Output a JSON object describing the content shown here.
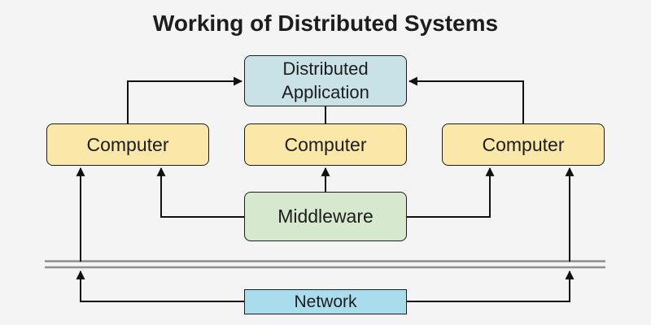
{
  "title": "Working of Distributed Systems",
  "nodes": {
    "distributed_application": {
      "line1": "Distributed",
      "line2": "Application"
    },
    "computer_left": "Computer",
    "computer_middle": "Computer",
    "computer_right": "Computer",
    "middleware": "Middleware",
    "network": "Network"
  },
  "edges": [
    {
      "from": "computer_left",
      "to": "distributed_application",
      "arrow": "into-application",
      "route": "up-then-right"
    },
    {
      "from": "computer_right",
      "to": "distributed_application",
      "arrow": "into-application",
      "route": "up-then-left"
    },
    {
      "from": "distributed_application",
      "to": "computer_middle",
      "arrow": "none",
      "route": "straight-down"
    },
    {
      "from": "middleware",
      "to": "computer_left",
      "arrow": "into-computer",
      "route": "left-then-up"
    },
    {
      "from": "middleware",
      "to": "computer_middle",
      "arrow": "into-computer",
      "route": "straight-up"
    },
    {
      "from": "middleware",
      "to": "computer_right",
      "arrow": "into-computer",
      "route": "right-then-up"
    },
    {
      "from": "network_bus",
      "to": "computer_left",
      "arrow": "into-computer",
      "route": "straight-up"
    },
    {
      "from": "network_bus",
      "to": "computer_right",
      "arrow": "into-computer",
      "route": "straight-up"
    },
    {
      "from": "network",
      "to": "network_bus",
      "arrow": "into-bus",
      "route": "left-then-up"
    },
    {
      "from": "network",
      "to": "network_bus",
      "arrow": "into-bus",
      "route": "right-then-up"
    }
  ],
  "bus": {
    "style": "double-horizontal-line"
  },
  "colors": {
    "background": "#f3f4f3",
    "app-fill": "#c9e2e7",
    "computer-fill": "#fbe8a8",
    "middleware-fill": "#d6e9ce",
    "network-fill": "#a9dcec",
    "node-border": "#1d1d1b",
    "connector": "#111111",
    "bus": "#8f8f8f",
    "text": "#1d1d1d"
  }
}
